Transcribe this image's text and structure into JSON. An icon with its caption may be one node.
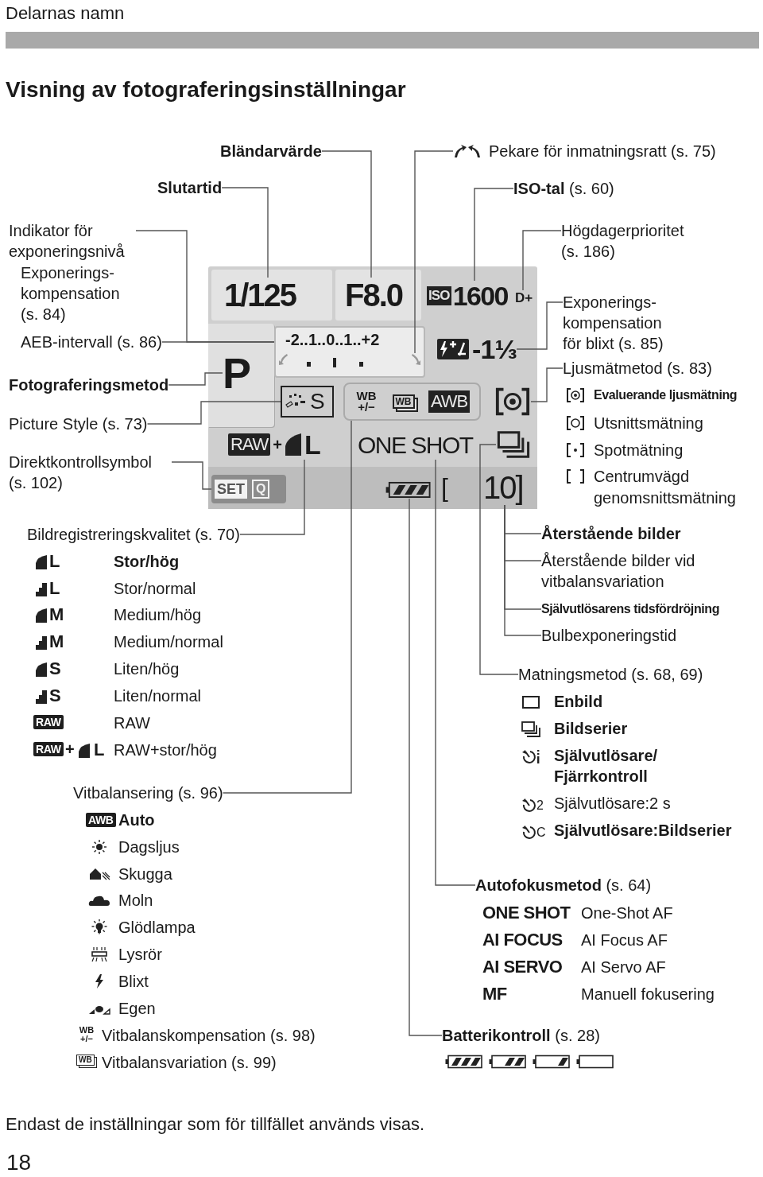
{
  "diagram": {
    "title": "Visning av fotograferingsinställningar",
    "caption": "Endast de inställningar som för tillfället används visas.",
    "nodes": [
      {
        "text": [],
        "shape": "box"
      },
      {
        "text": [
          "1/125"
        ],
        "in": 0
      },
      {
        "text": [
          "F8.0"
        ],
        "in": 0
      },
      {
        "text": [
          "ISO",
          "1600"
        ],
        "in": 0
      },
      {
        "text": [
          "D+"
        ],
        "in": 0
      },
      {
        "text": [
          "P"
        ],
        "in": 0
      },
      {
        "text": [
          "-2..1..0..1..+2"
        ],
        "in": 0
      },
      {
        "text": [],
        "shape": "arrow",
        "in": 6
      },
      {
        "text": [
          "-1⅓"
        ],
        "in": 0
      },
      {
        "text": [
          "S"
        ],
        "in": 0
      },
      {
        "text": [
          "WB +/−",
          "WB",
          "AWB"
        ],
        "in": 0
      },
      {
        "text": [],
        "shape": "icon",
        "in": 0
      },
      {
        "text": [
          "RAW",
          "+",
          "L"
        ],
        "in": 0
      },
      {
        "text": [
          "ONE SHOT"
        ],
        "in": 0
      },
      {
        "text": [],
        "shape": "icon",
        "in": 0
      },
      {
        "text": [
          "SET",
          "Q"
        ],
        "in": 0
      },
      {
        "text": [],
        "shape": "battery",
        "in": 0
      },
      {
        "text": [
          "[",
          "10]"
        ],
        "in": 0
      },
      {
        "text": [
          "Slutartid"
        ]
      },
      {
        "text": [
          "Bländarvärde"
        ]
      },
      {
        "text": [
          "Pekare för inmatningsratt (s. 75)"
        ]
      },
      {
        "text": [
          "**ISO-tal** (s. 60)"
        ]
      },
      {
        "text": [
          "Indikator för exponeringsnivå"
        ]
      },
      {
        "text": [
          "AEB-intervall (s. 86)"
        ]
      },
      {
        "text": [
          "Högdagerprioritet (s. 186)"
        ]
      },
      {
        "text": [
          "Fotograferingsmetod"
        ]
      },
      {
        "text": [
          "Exponerings- kompensation för blixt (s. 85)"
        ]
      },
      {
        "text": [
          "Picture Style (s. 73)"
        ]
      },
      {
        "text": [
          "Ljusmätmetod (s. 83)"
        ]
      },
      {
        "text": [
          "Direktkontrollsymbol (s. 102)"
        ]
      },
      {
        "text": [
          "Bildregistreringskvalitet (s. 70)"
        ]
      },
      {
        "text": [
          "Återstående bilder"
        ]
      },
      {
        "text": [
          "Återstående bilder vid vitbalansvariation"
        ]
      },
      {
        "text": [
          "Självutlösarens tidsfördröjning"
        ]
      },
      {
        "text": [
          "Bulbexponeringstid"
        ]
      },
      {
        "text": [
          "Matningsmetod (s. 68, 69)"
        ]
      },
      {
        "text": [
          "Vitbalansering (s. 96)"
        ]
      },
      {
        "text": [
          "**Autofokusmetod** (s. 64)"
        ]
      },
      {
        "text": [
          "**Batterikontroll** (s. 28)"
        ]
      }
    ],
    "edges": [
      {
        "from": 18,
        "to": 1,
        "arrow": "none"
      },
      {
        "from": 19,
        "to": 2,
        "arrow": "none"
      },
      {
        "from": 20,
        "to": 7,
        "arrow": "none"
      },
      {
        "from": 21,
        "to": 3,
        "arrow": "none"
      },
      {
        "from": 22,
        "to": 6,
        "arrow": "none"
      },
      {
        "from": 23,
        "to": 6,
        "arrow": "none"
      },
      {
        "from": 24,
        "to": 4,
        "arrow": "none"
      },
      {
        "from": 25,
        "to": 5,
        "arrow": "none"
      },
      {
        "from": 26,
        "to": 8,
        "arrow": "none"
      },
      {
        "from": 27,
        "to": 9,
        "arrow": "none"
      },
      {
        "from": 28,
        "to": 11,
        "arrow": "none"
      },
      {
        "from": 29,
        "to": 15,
        "arrow": "none"
      },
      {
        "from": 30,
        "to": 12,
        "arrow": "none"
      },
      {
        "from": 31,
        "to": 17,
        "arrow": "none"
      },
      {
        "from": 32,
        "to": 17,
        "arrow": "none"
      },
      {
        "from": 33,
        "to": 17,
        "arrow": "none"
      },
      {
        "from": 34,
        "to": 17,
        "arrow": "none"
      },
      {
        "from": 35,
        "to": 14,
        "arrow": "none"
      },
      {
        "from": 36,
        "to": 10,
        "arrow": "none"
      },
      {
        "from": 37,
        "to": 13,
        "arrow": "none"
      },
      {
        "from": 38,
        "to": 16,
        "arrow": "none"
      }
    ],
    "labels": [
      "Delarnas namn",
      "Exponerings- kompensation (s. 84)",
      "Evaluerande ljusmätning",
      "Utsnittsmätning",
      "Spotmätning",
      "Centrumvägd genomsnittsmätning",
      "L",
      "Stor/hög",
      "L",
      "Stor/normal",
      "M",
      "Medium/hög",
      "M",
      "Medium/normal",
      "S",
      "Liten/hög",
      "S",
      "Liten/normal",
      "RAW",
      "RAW",
      "RAW",
      "+",
      "L",
      "RAW+stor/hög",
      "Enbild",
      "Bildserier",
      "Självutlösare/ Fjärrkontroll",
      "2",
      "Självutlösare:2 s",
      "C",
      "Självutlösare:Bildserier",
      "AWB",
      "Auto",
      "Dagsljus",
      "Skugga",
      "Moln",
      "Glödlampa",
      "Lysrör",
      "Blixt",
      "Egen",
      "WB +/−",
      "Vitbalanskompensation (s. 98)",
      "WB",
      "Vitbalansvariation (s. 99)",
      "ONE SHOT",
      "One-Shot AF",
      "AI FOCUS",
      "AI Focus AF",
      "AI SERVO",
      "AI Servo AF",
      "MF",
      "Manuell fokusering",
      "18"
    ]
  }
}
